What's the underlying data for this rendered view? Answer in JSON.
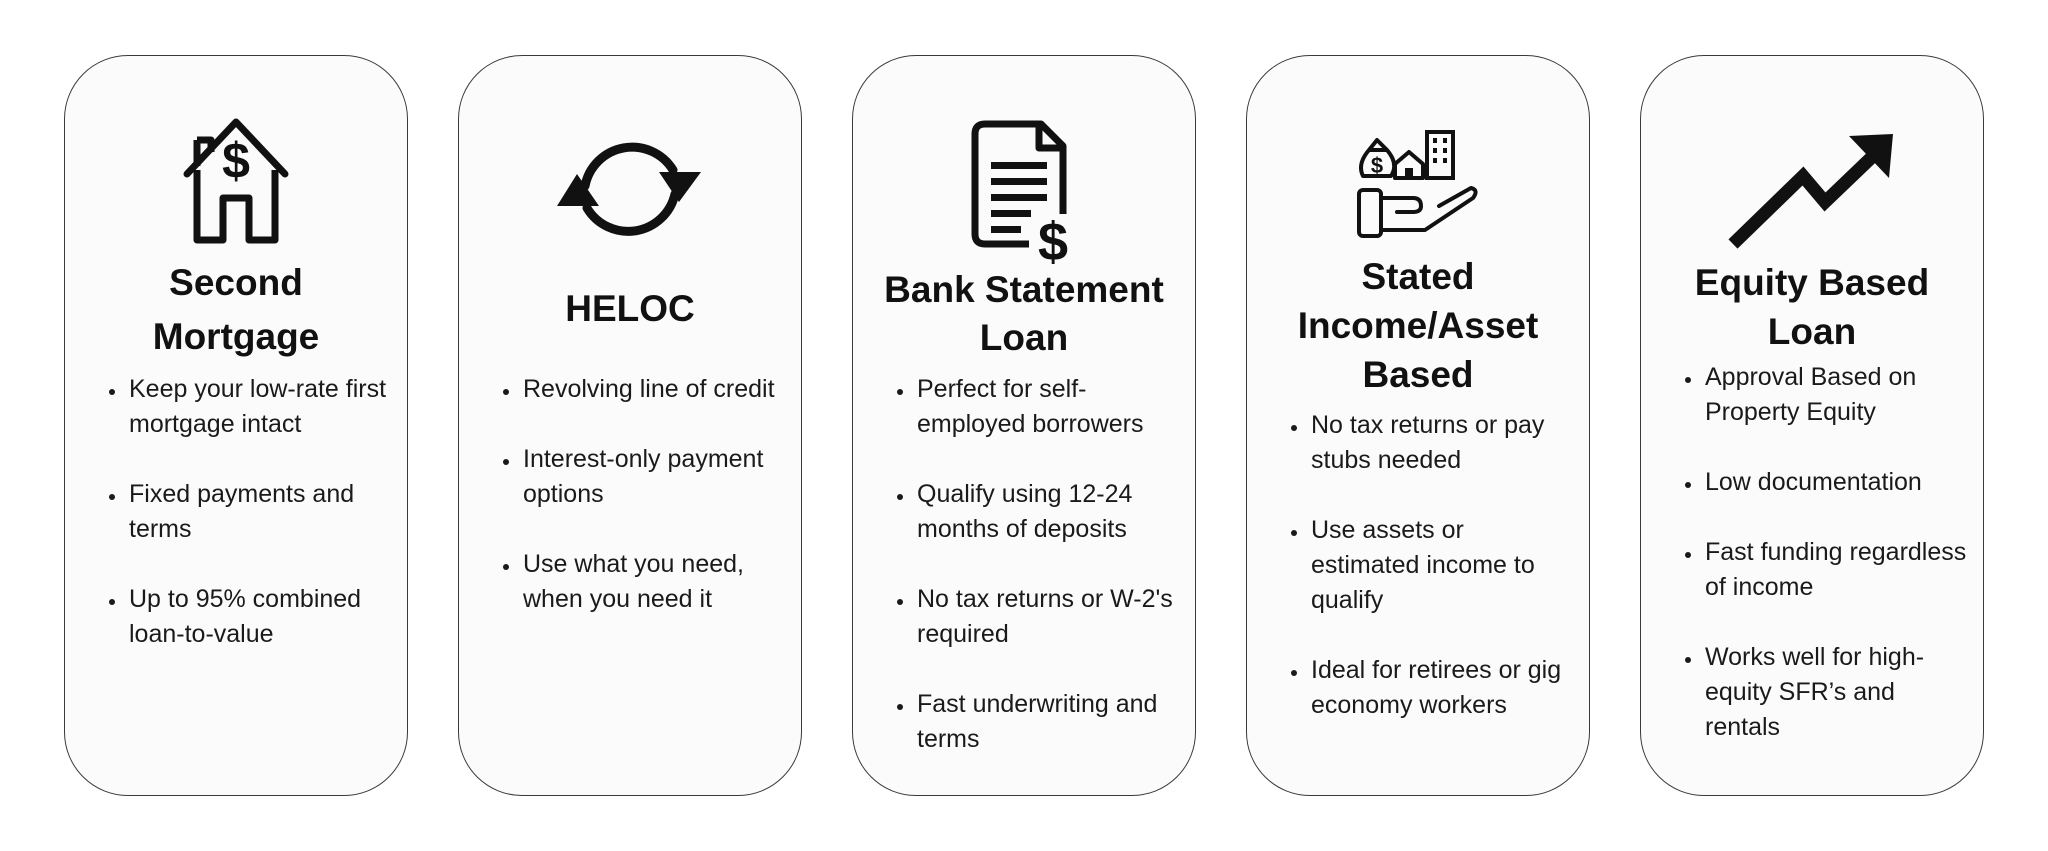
{
  "cards": [
    {
      "icon": "house-dollar-icon",
      "title": "Second\nMortgage",
      "bullets": [
        "Keep your low-rate first mortgage intact",
        "Fixed payments and terms",
        "Up to 95% combined loan-to-value"
      ]
    },
    {
      "icon": "refresh-cycle-icon",
      "title": "HELOC",
      "bullets": [
        "Revolving line of credit",
        "Interest-only payment options",
        "Use what you need, when you need it"
      ]
    },
    {
      "icon": "document-dollar-icon",
      "title": "Bank Statement\nLoan",
      "bullets": [
        "Perfect for self-employed borrowers",
        "Qualify using 12-24 months of deposits",
        "No tax returns or W-2's required",
        "Fast underwriting and terms"
      ]
    },
    {
      "icon": "hand-assets-icon",
      "title": "Stated\nIncome/Asset\nBased",
      "bullets": [
        "No tax returns or pay stubs needed",
        "Use assets or estimated income to qualify",
        "Ideal for retirees or gig economy workers"
      ]
    },
    {
      "icon": "trend-up-arrow-icon",
      "title": "Equity Based\nLoan",
      "bullets": [
        "Approval Based on Property Equity",
        "Low documentation",
        "Fast funding regardless of income",
        "Works well for high-equity SFR’s and rentals"
      ]
    }
  ]
}
